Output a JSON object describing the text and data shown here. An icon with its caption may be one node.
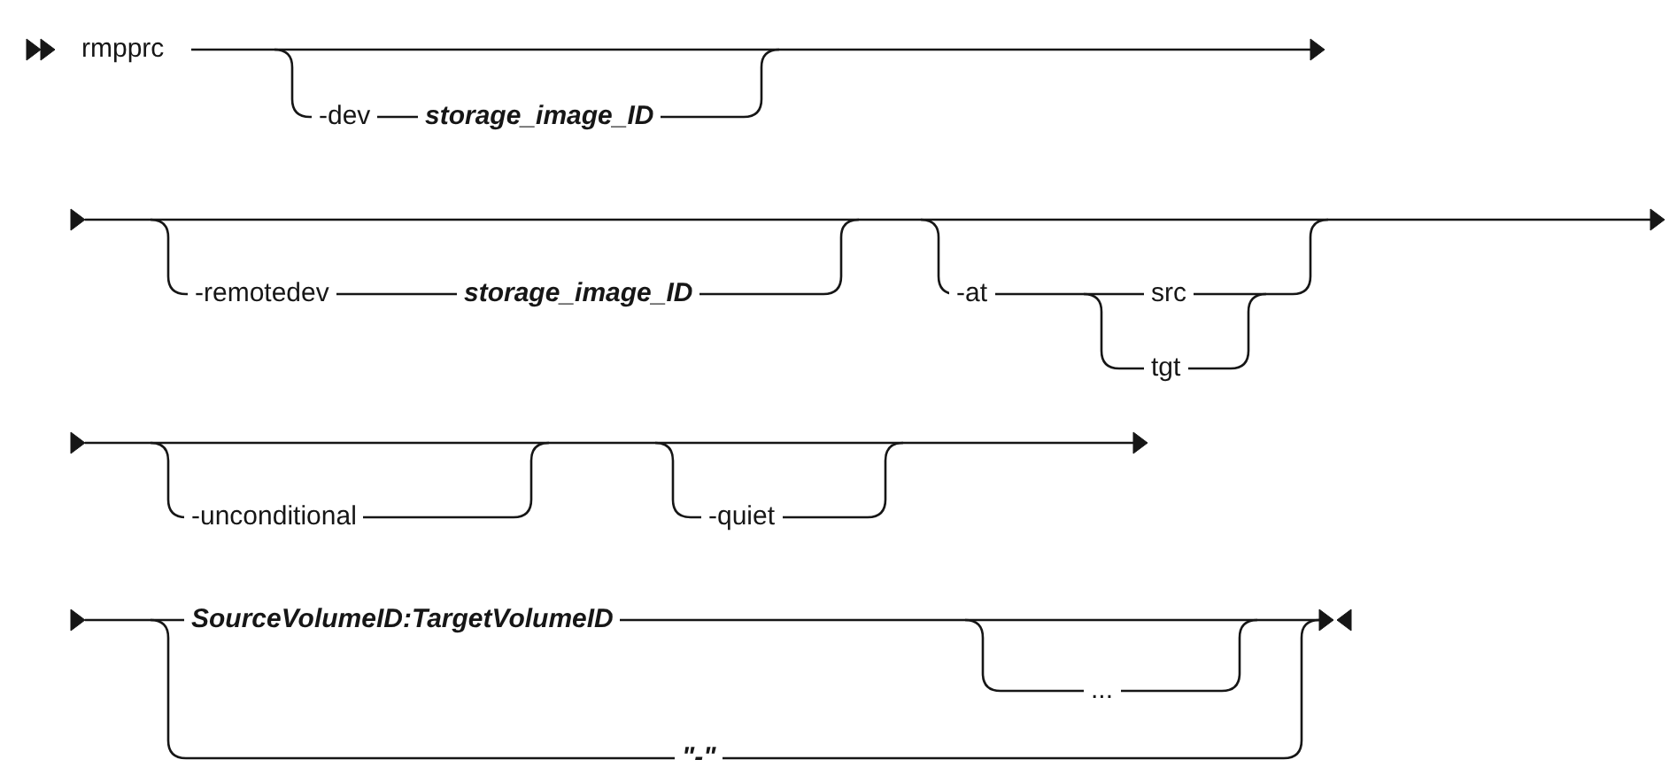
{
  "diagram": {
    "labels": [
      "rmpprc",
      "-dev",
      "storage_image_ID",
      "-remotedev",
      "storage_image_ID",
      "-at",
      "src",
      "tgt",
      "-unconditional",
      "-quiet",
      "SourceVolumeID:TargetVolumeID",
      "...",
      "\"-\""
    ]
  }
}
